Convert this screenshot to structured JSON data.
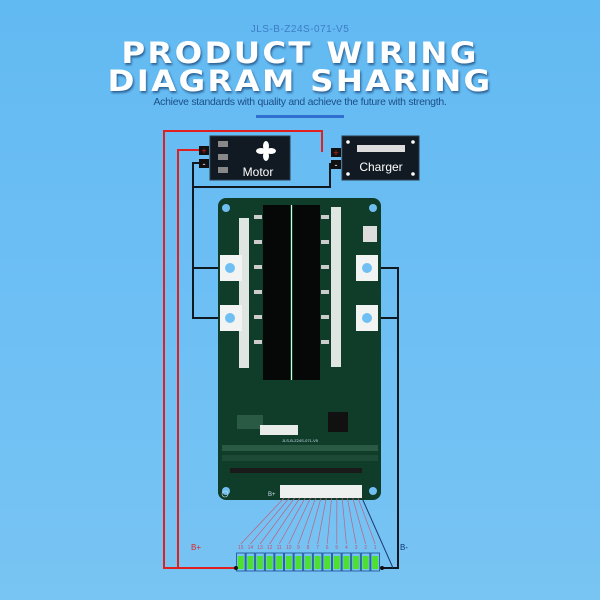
{
  "header": {
    "model": "JLS-B-Z24S-071-V5",
    "title_line1": "PRODUCT WIRING",
    "title_line2": "DIAGRAM SHARING",
    "subtitle": "Achieve standards with quality and achieve the future with strength."
  },
  "diagram": {
    "motor_label": "Motor",
    "charger_label": "Charger",
    "plus_sign": "+",
    "minus_sign": "-",
    "battery_positive": "B+",
    "battery_negative": "B-",
    "pcb_label_bplus": "B+",
    "pcb_silkscreen": "JLS-B-Z24S-071-V5",
    "cell_numbers": [
      "15",
      "14",
      "13",
      "12",
      "11",
      "10",
      "9",
      "8",
      "7",
      "6",
      "5",
      "4",
      "3",
      "2",
      "1"
    ],
    "colors": {
      "positive_wire": "#e02020",
      "negative_wire": "#101820",
      "pcb": "#0f3d2a",
      "cell": "#4ee030",
      "balance_wire": "#c06080",
      "background": "#64bbf2"
    }
  }
}
